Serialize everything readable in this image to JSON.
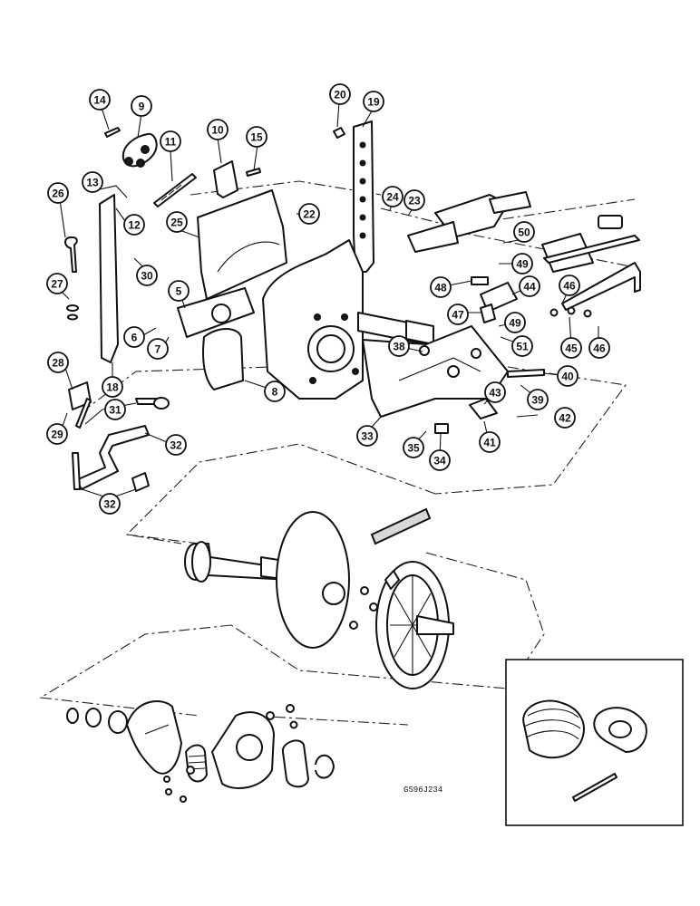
{
  "drawing": {
    "code": "GS96J234"
  },
  "callouts": [
    {
      "id": "callout-14",
      "label": "14"
    },
    {
      "id": "callout-9",
      "label": "9"
    },
    {
      "id": "callout-11",
      "label": "11"
    },
    {
      "id": "callout-10",
      "label": "10"
    },
    {
      "id": "callout-15",
      "label": "15"
    },
    {
      "id": "callout-20",
      "label": "20"
    },
    {
      "id": "callout-19",
      "label": "19"
    },
    {
      "id": "callout-13",
      "label": "13"
    },
    {
      "id": "callout-26",
      "label": "26"
    },
    {
      "id": "callout-12",
      "label": "12"
    },
    {
      "id": "callout-25",
      "label": "25"
    },
    {
      "id": "callout-22",
      "label": "22"
    },
    {
      "id": "callout-24",
      "label": "24"
    },
    {
      "id": "callout-23",
      "label": "23"
    },
    {
      "id": "callout-30",
      "label": "30"
    },
    {
      "id": "callout-27",
      "label": "27"
    },
    {
      "id": "callout-50",
      "label": "50"
    },
    {
      "id": "callout-49a",
      "label": "49"
    },
    {
      "id": "callout-5",
      "label": "5"
    },
    {
      "id": "callout-48",
      "label": "48"
    },
    {
      "id": "callout-44",
      "label": "44"
    },
    {
      "id": "callout-46a",
      "label": "46"
    },
    {
      "id": "callout-6",
      "label": "6"
    },
    {
      "id": "callout-7",
      "label": "7"
    },
    {
      "id": "callout-47",
      "label": "47"
    },
    {
      "id": "callout-49b",
      "label": "49"
    },
    {
      "id": "callout-45",
      "label": "45"
    },
    {
      "id": "callout-46b",
      "label": "46"
    },
    {
      "id": "callout-51",
      "label": "51"
    },
    {
      "id": "callout-38",
      "label": "38"
    },
    {
      "id": "callout-28",
      "label": "28"
    },
    {
      "id": "callout-8",
      "label": "8"
    },
    {
      "id": "callout-18",
      "label": "18"
    },
    {
      "id": "callout-40",
      "label": "40"
    },
    {
      "id": "callout-39",
      "label": "39"
    },
    {
      "id": "callout-43",
      "label": "43"
    },
    {
      "id": "callout-42",
      "label": "42"
    },
    {
      "id": "callout-29",
      "label": "29"
    },
    {
      "id": "callout-31",
      "label": "31"
    },
    {
      "id": "callout-32a",
      "label": "32"
    },
    {
      "id": "callout-33",
      "label": "33"
    },
    {
      "id": "callout-35",
      "label": "35"
    },
    {
      "id": "callout-41",
      "label": "41"
    },
    {
      "id": "callout-34",
      "label": "34"
    },
    {
      "id": "callout-32b",
      "label": "32"
    }
  ]
}
